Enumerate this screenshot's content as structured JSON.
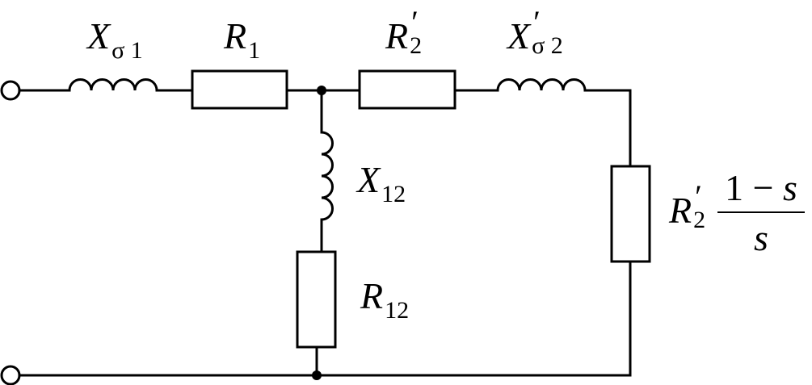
{
  "labels": {
    "x_sigma1": {
      "symbol": "X",
      "subscript": "σ 1"
    },
    "r1": {
      "symbol": "R",
      "subscript": "1"
    },
    "r2_prime": {
      "symbol": "R",
      "prime": "′",
      "subscript": "2"
    },
    "x_sigma2_prime": {
      "symbol": "X",
      "prime": "′",
      "subscript": "σ 2"
    },
    "x12": {
      "symbol": "X",
      "subscript": "12"
    },
    "r12": {
      "symbol": "R",
      "subscript": "12"
    },
    "load": {
      "symbol": "R",
      "prime": "′",
      "subscript": "2",
      "numerator_prefix": "1 − ",
      "numerator_var": "s",
      "denominator": "s"
    }
  }
}
